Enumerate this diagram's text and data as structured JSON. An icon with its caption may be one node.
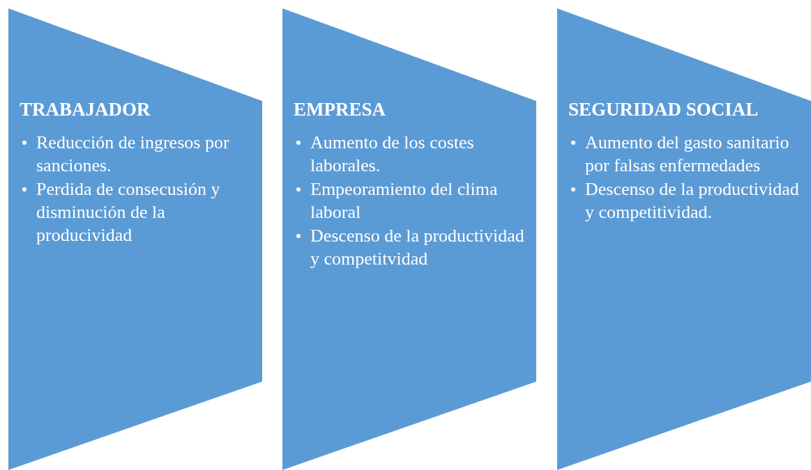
{
  "diagram": {
    "nodes": [
      {
        "text": [
          "TRABAJADOR",
          "Reducción de ingresos por sanciones.",
          "Perdida de consecusión y disminución de la producividad"
        ]
      },
      {
        "text": [
          "EMPRESA",
          "Aumento de los costes laborales.",
          "Empeoramiento del clima laboral",
          "Descenso de la productividad y competitvidad"
        ]
      },
      {
        "text": [
          "SEGURIDAD SOCIAL",
          "Aumento del gasto sanitario por falsas enfermedades",
          "Descenso de la productividad y competitividad."
        ]
      }
    ]
  }
}
